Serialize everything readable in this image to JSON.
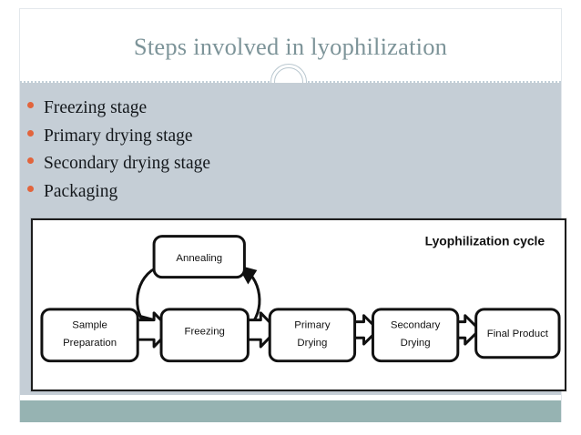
{
  "slide": {
    "title": "Steps involved in lyophilization",
    "title_color": "#7d9499",
    "body_bg": "#c5ced6",
    "footer_bg": "#96b3b2",
    "bullet_color": "#e2643c"
  },
  "bullets": [
    {
      "label": "Freezing stage"
    },
    {
      "label": "Primary drying stage"
    },
    {
      "label": "Secondary drying stage"
    },
    {
      "label": "Packaging"
    }
  ],
  "diagram": {
    "caption": "Lyophilization cycle",
    "boxes": [
      {
        "id": "sample",
        "line1": "Sample",
        "line2": "Preparation"
      },
      {
        "id": "annealing",
        "line1": "Annealing",
        "line2": ""
      },
      {
        "id": "freezing",
        "line1": "Freezing",
        "line2": ""
      },
      {
        "id": "primary",
        "line1": "Primary",
        "line2": "Drying"
      },
      {
        "id": "secondary",
        "line1": "Secondary",
        "line2": "Drying"
      },
      {
        "id": "final",
        "line1": "Final Product",
        "line2": ""
      }
    ],
    "flow_order": [
      "sample",
      "freezing",
      "primary",
      "secondary",
      "final"
    ],
    "cycle_pair": [
      "freezing",
      "annealing"
    ]
  }
}
